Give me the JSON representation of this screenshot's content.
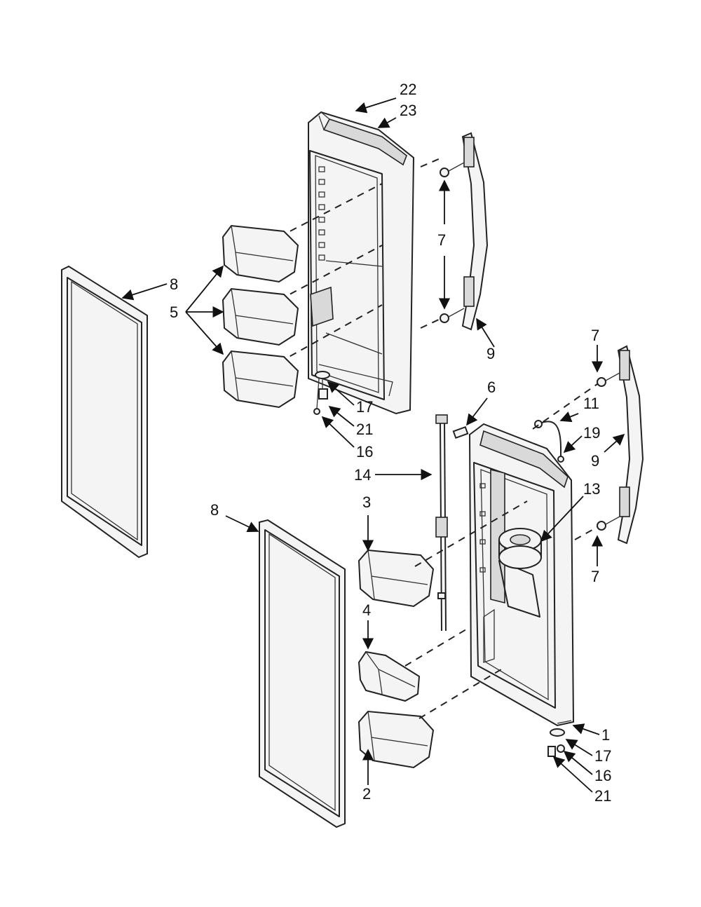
{
  "callouts": {
    "c22": "22",
    "c23": "23",
    "c7_top": "7",
    "c8_left": "8",
    "c5": "5",
    "c9_top": "9",
    "c17_top": "17",
    "c21_top": "21",
    "c16_top": "16",
    "c7_right_top": "7",
    "c6": "6",
    "c11": "11",
    "c19": "19",
    "c9_right": "9",
    "c14": "14",
    "c13": "13",
    "c8_mid": "8",
    "c3": "3",
    "c7_right_bottom": "7",
    "c4": "4",
    "c1": "1",
    "c17_bottom": "17",
    "c16_bottom": "16",
    "c21_bottom": "21",
    "c2": "2"
  }
}
